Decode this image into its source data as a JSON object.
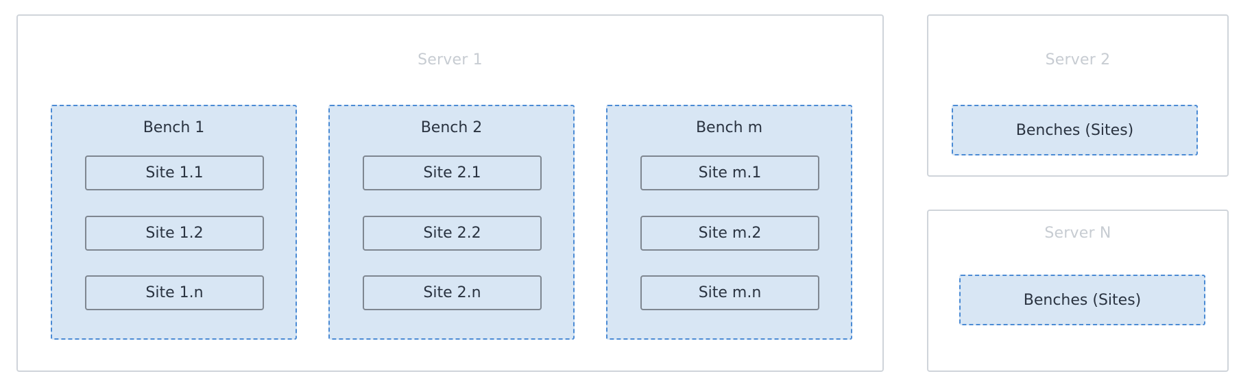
{
  "servers": {
    "server1": {
      "title": "Server 1",
      "benches": [
        {
          "title": "Bench 1",
          "sites": [
            "Site 1.1",
            "Site 1.2",
            "Site 1.n"
          ]
        },
        {
          "title": "Bench 2",
          "sites": [
            "Site 2.1",
            "Site 2.2",
            "Site 2.n"
          ]
        },
        {
          "title": "Bench m",
          "sites": [
            "Site m.1",
            "Site m.2",
            "Site m.n"
          ]
        }
      ]
    },
    "server2": {
      "title": "Server 2",
      "bench_label": "Benches (Sites)"
    },
    "serverN": {
      "title": "Server N",
      "bench_label": "Benches (Sites)"
    }
  },
  "colors": {
    "server_border": "#cfd4da",
    "server_title": "#c7ccd2",
    "bench_border": "#4a8ad4",
    "bench_fill": "#d8e6f4",
    "site_border": "#7e8690",
    "text": "#2a3340"
  }
}
